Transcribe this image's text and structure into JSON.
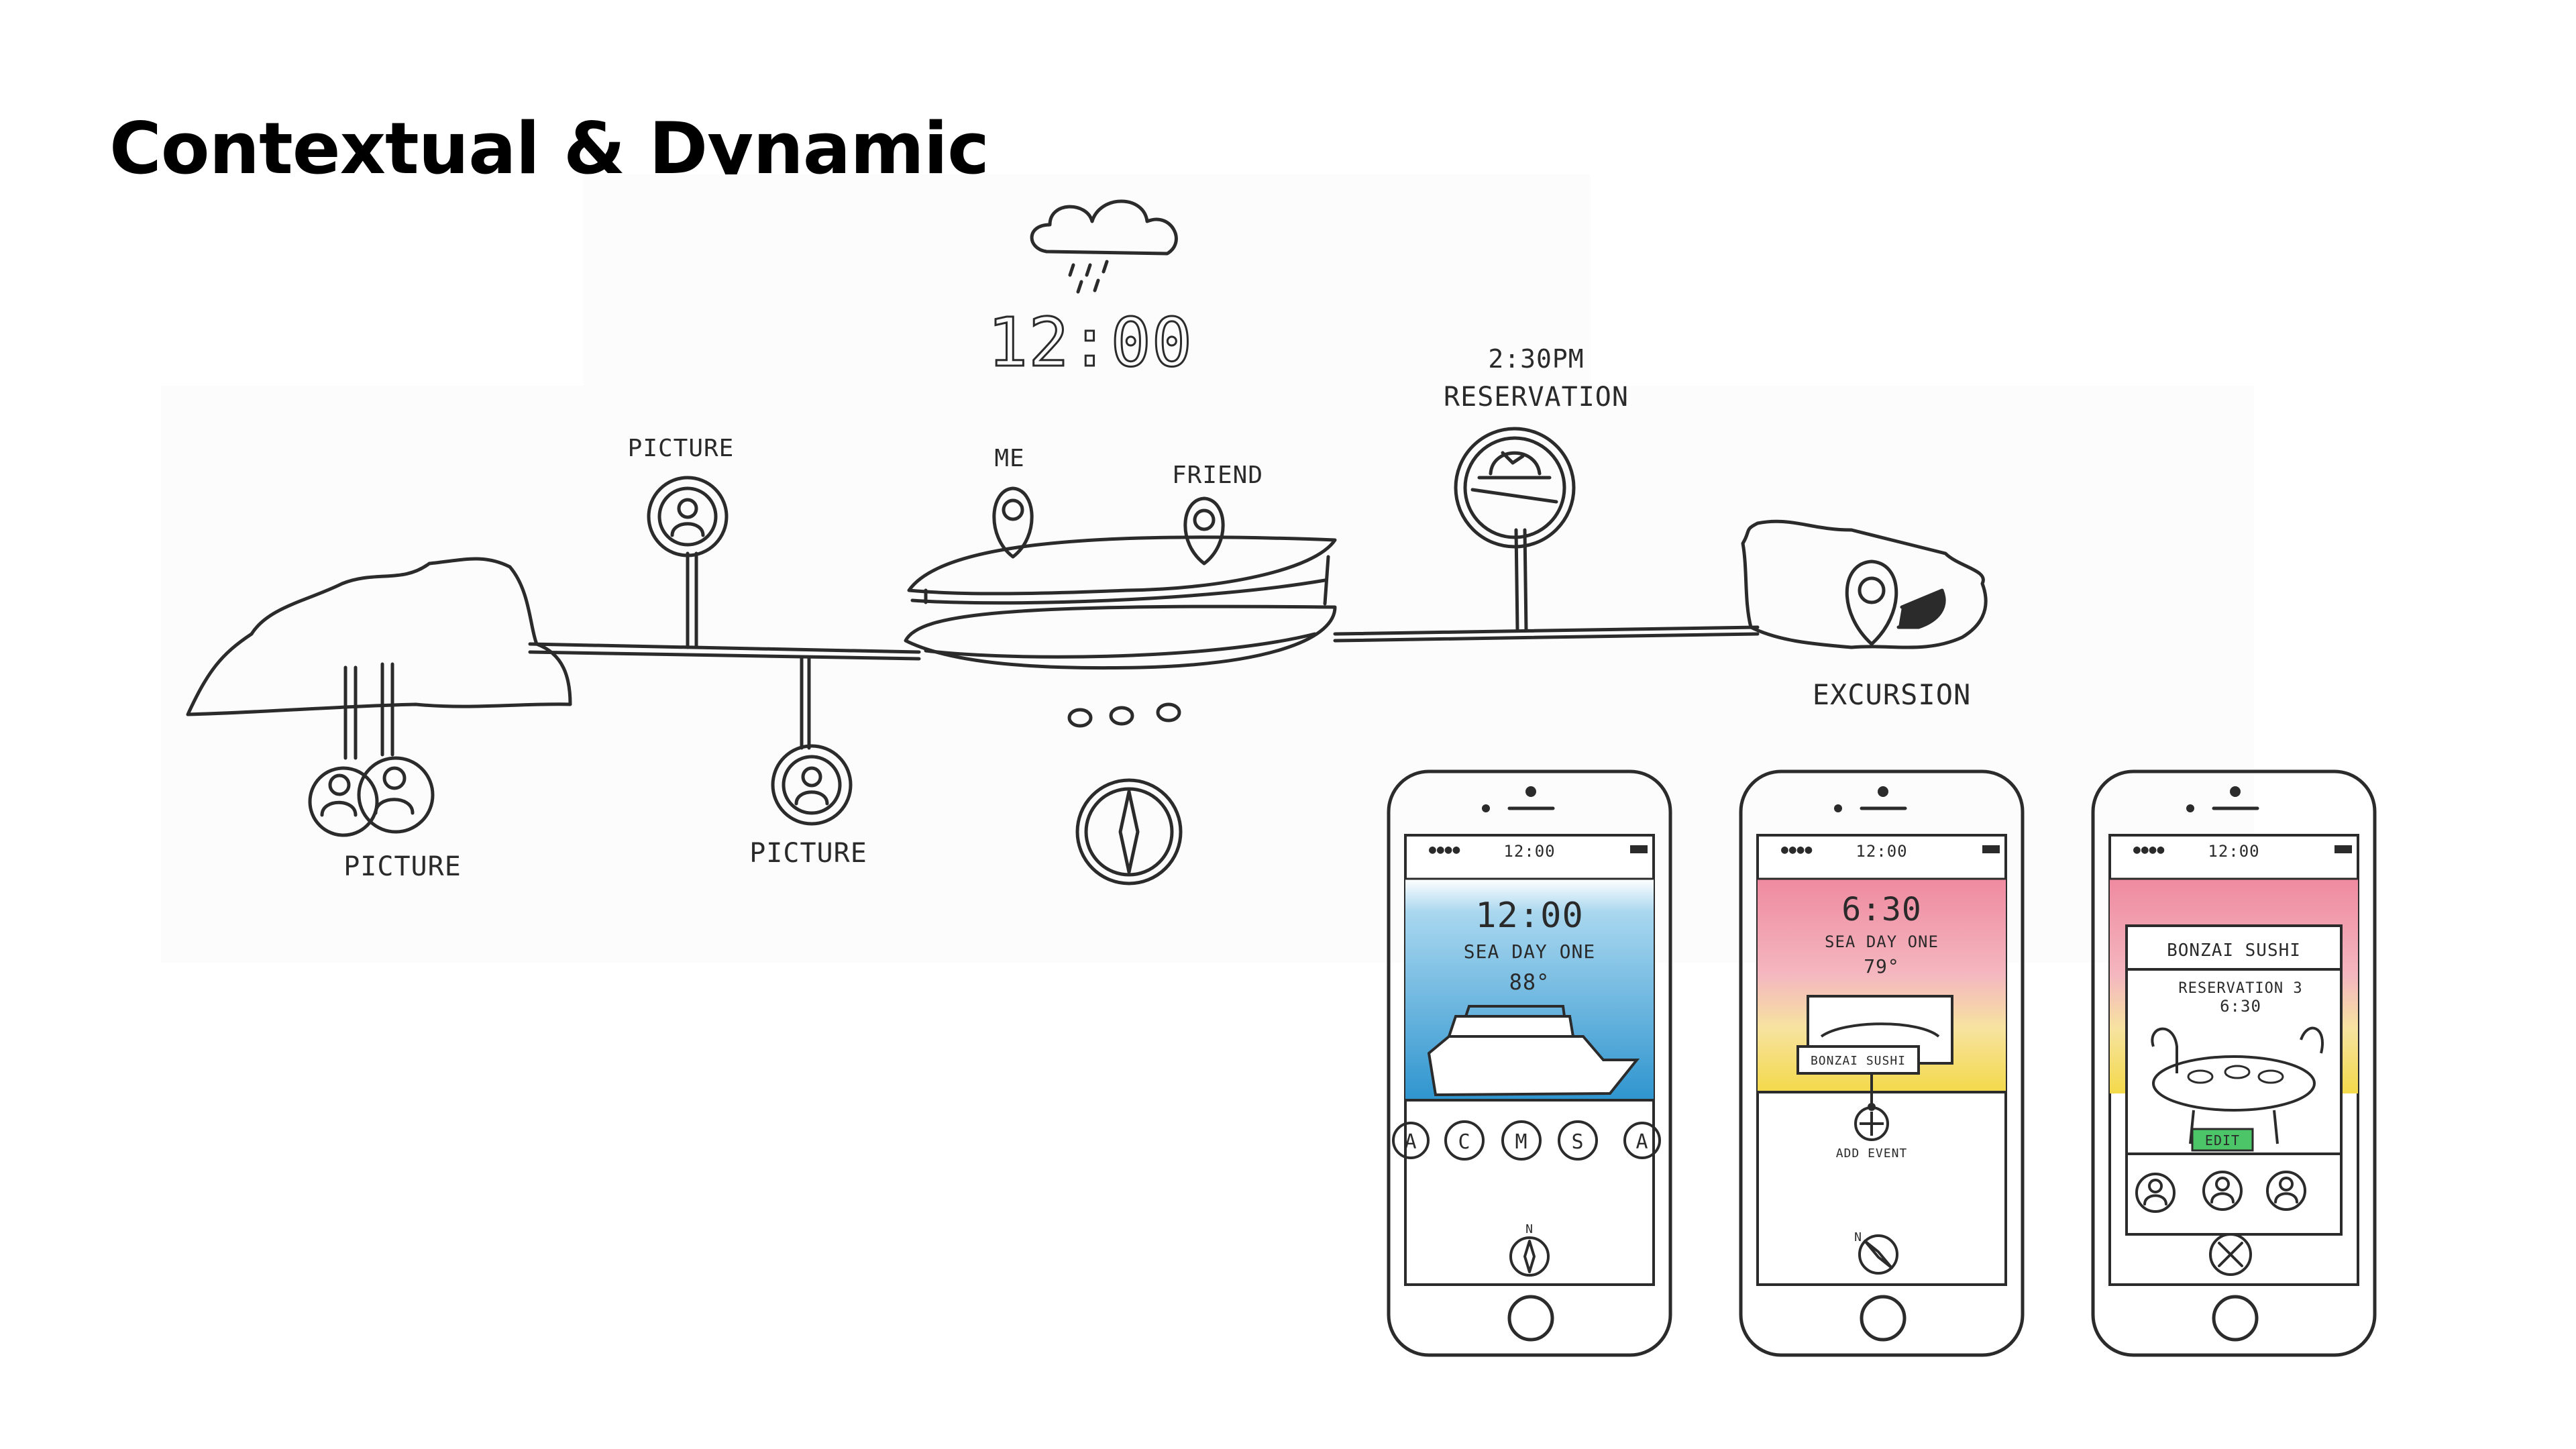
{
  "slide": {
    "title": "Contextual & Dynamic"
  },
  "timeline_sketch": {
    "clock": "12:00",
    "weather_icon": "rain-cloud-icon",
    "labels": {
      "picture_top": "PICTURE",
      "picture_left": "PICTURE",
      "picture_bottom": "PICTURE",
      "me": "ME",
      "friend": "FRIEND",
      "reservation_time": "2:30PM",
      "reservation": "RESERVATION",
      "excursion": "EXCURSION"
    }
  },
  "phones": [
    {
      "status_time": "12:00",
      "time": "12:00",
      "day": "SEA DAY ONE",
      "temp": "88°",
      "nav_items": [
        "A",
        "C",
        "M",
        "S",
        "A"
      ],
      "compass_label": "N",
      "colors": [
        "#9fd0ec",
        "#3a9bd1"
      ]
    },
    {
      "status_time": "12:00",
      "time": "6:30",
      "day": "SEA DAY ONE",
      "temp": "79°",
      "venue": "BONZAI SUSHI",
      "add_label": "ADD EVENT",
      "compass_label": "N",
      "colors": [
        "#ef8aa0",
        "#f5e36e"
      ]
    },
    {
      "status_time": "12:00",
      "venue": "BONZAI SUSHI",
      "reservation": "RESERVATION 3",
      "time": "6:30",
      "edit_label": "EDIT",
      "edit_color": "#4cc468",
      "colors": [
        "#ef8aa0",
        "#f5e36e"
      ]
    }
  ]
}
